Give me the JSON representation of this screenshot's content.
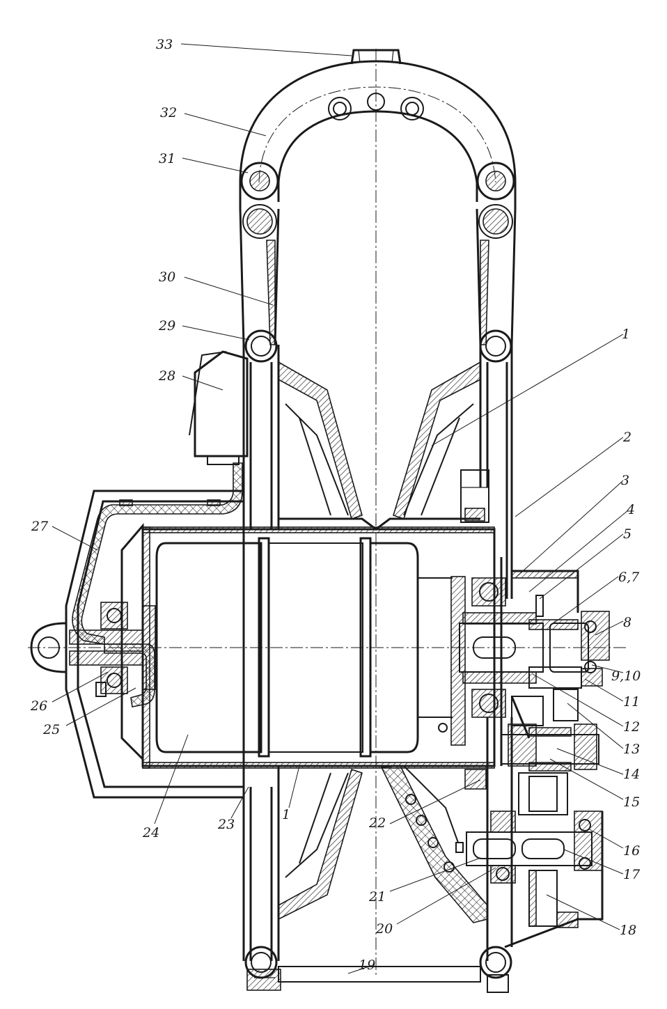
{
  "callouts": [
    {
      "id": "33",
      "text": "33"
    },
    {
      "id": "32",
      "text": "32"
    },
    {
      "id": "31",
      "text": "31"
    },
    {
      "id": "30",
      "text": "30"
    },
    {
      "id": "29",
      "text": "29"
    },
    {
      "id": "28",
      "text": "28"
    },
    {
      "id": "27",
      "text": "27"
    },
    {
      "id": "26",
      "text": "26"
    },
    {
      "id": "25",
      "text": "25"
    },
    {
      "id": "24",
      "text": "24"
    },
    {
      "id": "23",
      "text": "23"
    },
    {
      "id": "22",
      "text": "22"
    },
    {
      "id": "21",
      "text": "21"
    },
    {
      "id": "20",
      "text": "20"
    },
    {
      "id": "19",
      "text": "19"
    },
    {
      "id": "18",
      "text": "18"
    },
    {
      "id": "17",
      "text": "17"
    },
    {
      "id": "16",
      "text": "16"
    },
    {
      "id": "15",
      "text": "15"
    },
    {
      "id": "14",
      "text": "14"
    },
    {
      "id": "13",
      "text": "13"
    },
    {
      "id": "12",
      "text": "12"
    },
    {
      "id": "11",
      "text": "11"
    },
    {
      "id": "9_10",
      "text": "9,10"
    },
    {
      "id": "8",
      "text": "8"
    },
    {
      "id": "6_7",
      "text": "6,7"
    },
    {
      "id": "5",
      "text": "5"
    },
    {
      "id": "4",
      "text": "4"
    },
    {
      "id": "3",
      "text": "3"
    },
    {
      "id": "2",
      "text": "2"
    },
    {
      "id": "1_top",
      "text": "1"
    },
    {
      "id": "1_bottom",
      "text": "1"
    }
  ]
}
